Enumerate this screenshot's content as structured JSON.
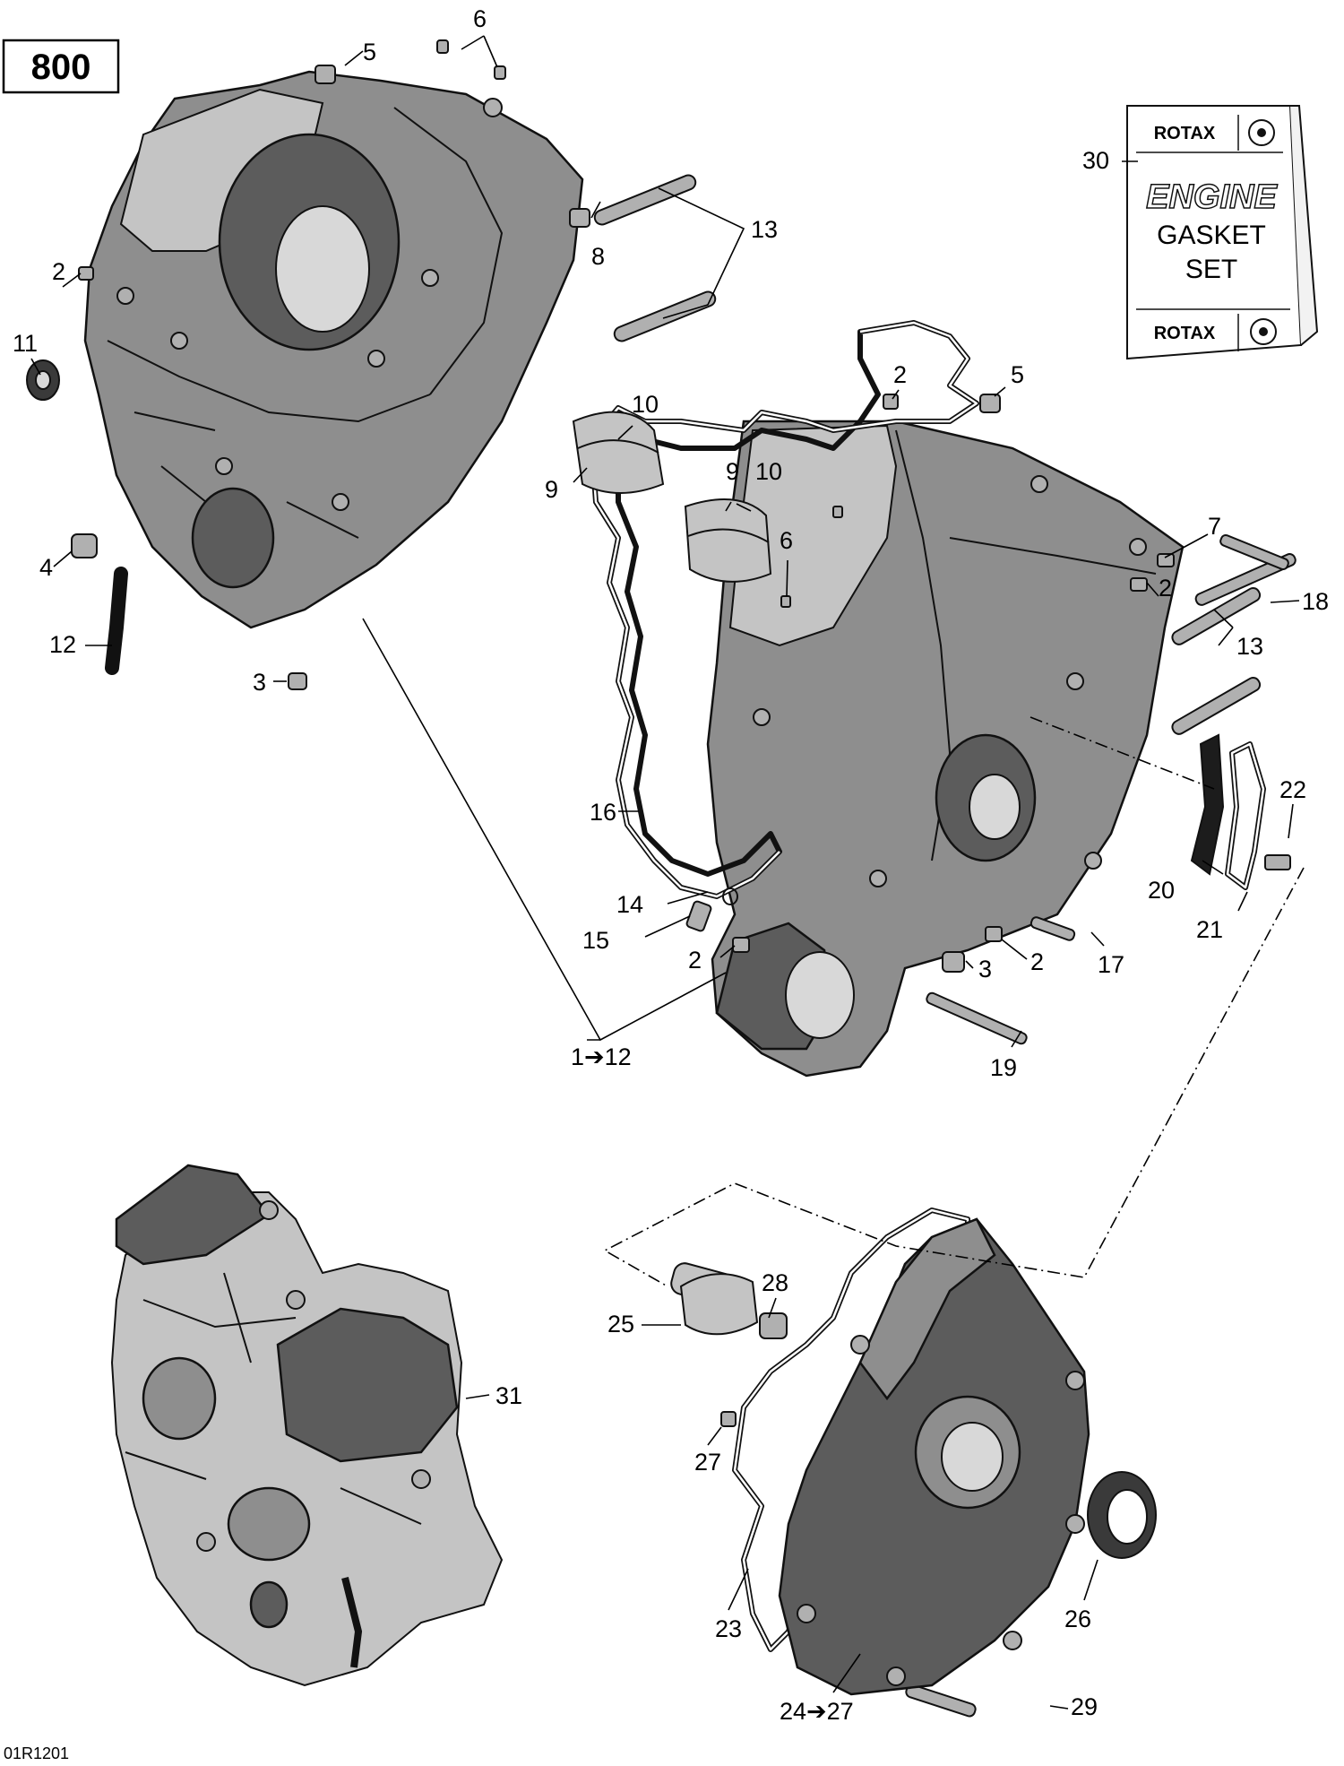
{
  "badge": "800",
  "drawing_code": "01R1201",
  "gasket_kit": {
    "brand_top": "ROTAX",
    "brand_bottom": "ROTAX",
    "line1": "ENGINE",
    "line2": "GASKET",
    "line3": "SET"
  },
  "callouts": {
    "c1_12": "1➔12",
    "c2a": "2",
    "c2b": "2",
    "c2c": "2",
    "c2d": "2",
    "c2e": "2",
    "c3a": "3",
    "c3b": "3",
    "c4": "4",
    "c5a": "5",
    "c5b": "5",
    "c6a": "6",
    "c6b": "6",
    "c7": "7",
    "c8": "8",
    "c9a": "9",
    "c9b": "9",
    "c10a": "10",
    "c10b": "10",
    "c11": "11",
    "c12": "12",
    "c13a": "13",
    "c13b": "13",
    "c14": "14",
    "c15": "15",
    "c16": "16",
    "c17": "17",
    "c18": "18",
    "c19": "19",
    "c20": "20",
    "c21": "21",
    "c22": "22",
    "c23": "23",
    "c24_27": "24➔27",
    "c25": "25",
    "c26": "26",
    "c27": "27",
    "c28": "28",
    "c29": "29",
    "c30": "30",
    "c31": "31"
  }
}
